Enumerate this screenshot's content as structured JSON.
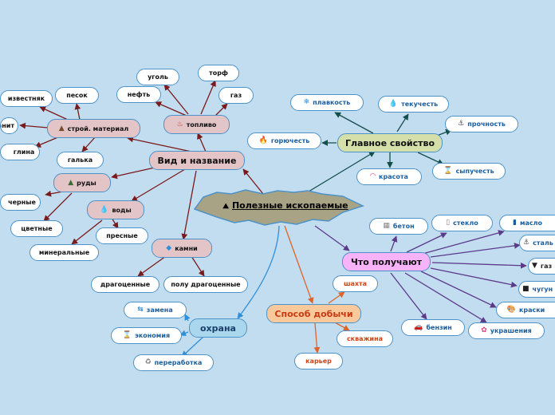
{
  "central": {
    "label": "Полезные ископаемые",
    "icon": "mountain-icon"
  },
  "colors": {
    "maroon": "#7a1a1a",
    "teal": "#144e4a",
    "purple": "#5b3a8a",
    "orange": "#e0642a",
    "blue": "#2f8fd8"
  },
  "vid": {
    "label": "Вид и название",
    "toplivo": {
      "label": "топливо",
      "icon": "heat-icon",
      "items": [
        "уголь",
        "торф",
        "нефть",
        "газ"
      ]
    },
    "stroy": {
      "label": "строй. материал",
      "icon": "rock-pile-icon",
      "items": [
        "известняк",
        "песок",
        "гранит",
        "глина",
        "галька"
      ]
    },
    "rudy": {
      "label": "руды",
      "icon": "ore-icon",
      "items": [
        "черные",
        "цветные"
      ]
    },
    "vody": {
      "label": "воды",
      "icon": "water-drop-icon",
      "items": [
        "пресные",
        "минеральные"
      ]
    },
    "kamni": {
      "label": "камни",
      "icon": "gem-icon",
      "items": [
        "драгоценные",
        "полу драгоценные"
      ]
    }
  },
  "svoistva": {
    "label": "Главное свойство",
    "items": [
      {
        "label": "плавкость",
        "icon": "melt-icon"
      },
      {
        "label": "текучесть",
        "icon": "drop-icon"
      },
      {
        "label": "прочность",
        "icon": "anchor-icon"
      },
      {
        "label": "горючесть",
        "icon": "fire-icon"
      },
      {
        "label": "красота",
        "icon": "rainbow-icon"
      },
      {
        "label": "сыпучесть",
        "icon": "hourglass-icon"
      }
    ]
  },
  "poluchaut": {
    "label": "Что получают",
    "items": [
      {
        "label": "бетон",
        "icon": "block-icon"
      },
      {
        "label": "стекло",
        "icon": "glass-icon"
      },
      {
        "label": "масло",
        "icon": "oil-can-icon"
      },
      {
        "label": "сталь",
        "icon": "anchor-icon"
      },
      {
        "label": "газ",
        "icon": "gas-icon"
      },
      {
        "label": "чугун",
        "icon": "iron-icon"
      },
      {
        "label": "краски",
        "icon": "palette-icon"
      },
      {
        "label": "украшения",
        "icon": "flower-icon"
      },
      {
        "label": "бензин",
        "icon": "car-icon"
      }
    ]
  },
  "dobycha": {
    "label": "Способ добычи",
    "items": [
      "шахта",
      "скважина",
      "карьер"
    ]
  },
  "ohrana": {
    "label": "охрана",
    "items": [
      {
        "label": "замена",
        "icon": "arrows-icon"
      },
      {
        "label": "экономия",
        "icon": "hourglass-icon"
      },
      {
        "label": "переработка",
        "icon": "recycle-icon"
      }
    ]
  }
}
